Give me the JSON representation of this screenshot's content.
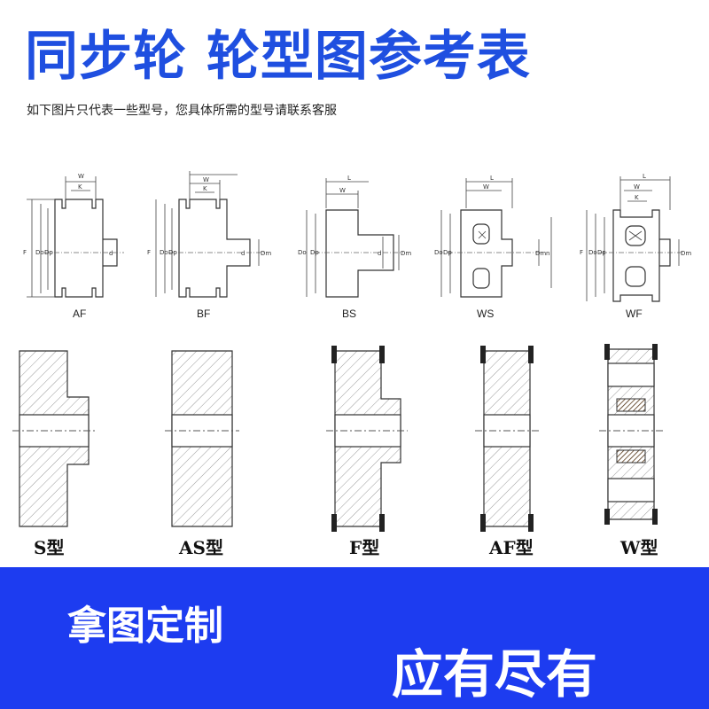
{
  "header": {
    "title": "同步轮 轮型图参考表",
    "subtitle": "如下图片只代表一些型号，您具体所需的型号请联系客服"
  },
  "colors": {
    "title": "#1f4fe0",
    "banner": "#1d3cf0",
    "banner_text": "#ffffff"
  },
  "diagrams": [
    {
      "label": "AF"
    },
    {
      "label": "BF"
    },
    {
      "label": "BS"
    },
    {
      "label": "WS"
    },
    {
      "label": "WF"
    }
  ],
  "sections": [
    {
      "label": "S型"
    },
    {
      "label": "AS型"
    },
    {
      "label": "F型"
    },
    {
      "label": "AF型"
    },
    {
      "label": "W型"
    }
  ],
  "banner": {
    "left_text": "拿图定制",
    "right_text": "应有尽有"
  }
}
